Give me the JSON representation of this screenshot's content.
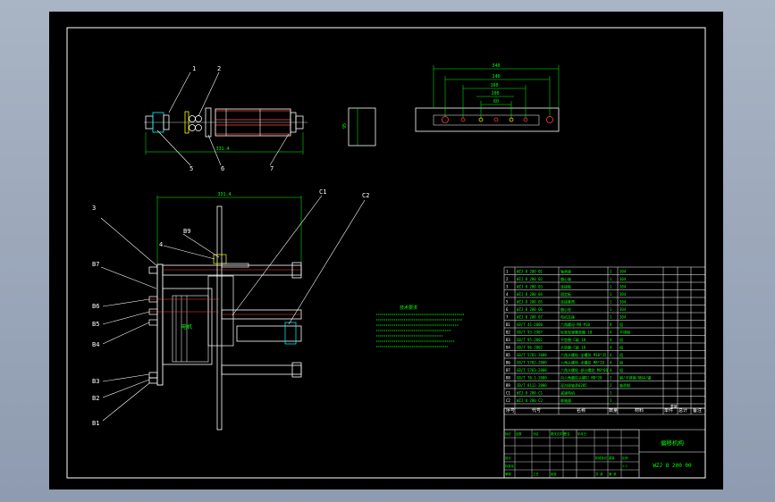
{
  "drawing": {
    "title_block": {
      "part_name": "偏移机构",
      "drawing_number": "WZJ 8 200 00",
      "headers": {
        "seq": "序号",
        "code": "代号",
        "name": "名称",
        "qty": "数量",
        "material": "材料",
        "unit_weight": "单件",
        "total_weight": "总计",
        "weight": "重量",
        "remarks": "备注"
      }
    },
    "balloons_top": [
      "1",
      "2",
      "5",
      "6",
      "7"
    ],
    "balloons_main": [
      "3",
      "4",
      "B9",
      "C1",
      "C2",
      "B7",
      "B6",
      "B5",
      "B4",
      "B3",
      "B2",
      "B1"
    ],
    "dimensions": {
      "top_width": "331.4",
      "main_width": "331.4",
      "plate_total": "340",
      "plate_inner": "240",
      "plate_mid": "160",
      "plate_small": "100",
      "plate_tiny": "60",
      "plate_height": "95"
    },
    "tech_notes_title": "技术要求",
    "label_motor": "电机",
    "bom_rows": [
      {
        "seq": "1",
        "code": "WZJ 8 200 01",
        "name": "轴承座",
        "qty": "1",
        "material": "304"
      },
      {
        "seq": "2",
        "code": "WZJ 8 200 02",
        "name": "偏心轴",
        "qty": "1",
        "material": "304"
      },
      {
        "seq": "3",
        "code": "WZJ 8 200 03",
        "name": "连接板",
        "qty": "1",
        "material": "304"
      },
      {
        "seq": "4",
        "code": "WZJ 8 200 04",
        "name": "固定板",
        "qty": "1",
        "material": "304"
      },
      {
        "seq": "5",
        "code": "WZJ 8 200 05",
        "name": "连接套筒",
        "qty": "1",
        "material": "304"
      },
      {
        "seq": "6",
        "code": "WZJ 8 200 06",
        "name": "偏心轮",
        "qty": "1",
        "material": "304"
      },
      {
        "seq": "7",
        "code": "WZJ 8 200 07",
        "name": "电机支座",
        "qty": "1",
        "material": "304"
      },
      {
        "seq": "B1",
        "code": "GB/T 41-2000",
        "name": "六角螺母-M8 M10",
        "qty": "8",
        "material": "组"
      },
      {
        "seq": "B2",
        "code": "GB/T 93-1987",
        "name": "标准型弹簧垫圈 10",
        "qty": "4",
        "material": "不锈钢"
      },
      {
        "seq": "B3",
        "code": "GB/T 95-2002",
        "name": "平垫圈-C级 10",
        "qty": "4",
        "material": "组"
      },
      {
        "seq": "B4",
        "code": "GB/T 96-2002",
        "name": "大垫圈-C级 10",
        "qty": "4",
        "material": "组"
      },
      {
        "seq": "B5",
        "code": "GB/T 5781-2000",
        "name": "六角头螺栓-全螺纹 M10*35",
        "qty": "4",
        "material": "组"
      },
      {
        "seq": "B6",
        "code": "GB/T 5782-2000",
        "name": "六角头螺栓-全螺纹 M8*20",
        "qty": "4",
        "material": "组"
      },
      {
        "seq": "B7",
        "code": "GB/T 5783-2000",
        "name": "六角头螺栓-部分螺纹 M8*60",
        "qty": "4",
        "material": "组"
      },
      {
        "seq": "B8",
        "code": "GB/T 70.1-2000",
        "name": "内六角圆柱头螺钉 M8*20",
        "qty": "2",
        "material": "钢/不锈钢/镀锌/镍"
      },
      {
        "seq": "B9",
        "code": "JB/T 8112-2000",
        "name": "深沟球轴承6205",
        "qty": "2",
        "material": "轴承钢"
      },
      {
        "seq": "C1",
        "code": "WZJ 8 200 C1",
        "name": "减速电机",
        "qty": "1",
        "material": ""
      },
      {
        "seq": "C2",
        "code": "WZJ 8 200 C2",
        "name": "联轴器",
        "qty": "1",
        "material": ""
      }
    ],
    "footer_cells": [
      "标记",
      "处数",
      "分区",
      "更改文件号",
      "签名",
      "年月日",
      "设计",
      "标准化",
      "审核",
      "工艺",
      "批准",
      "阶段标记",
      "重量",
      "比例",
      "共 张",
      "第 张",
      "1:2"
    ]
  }
}
